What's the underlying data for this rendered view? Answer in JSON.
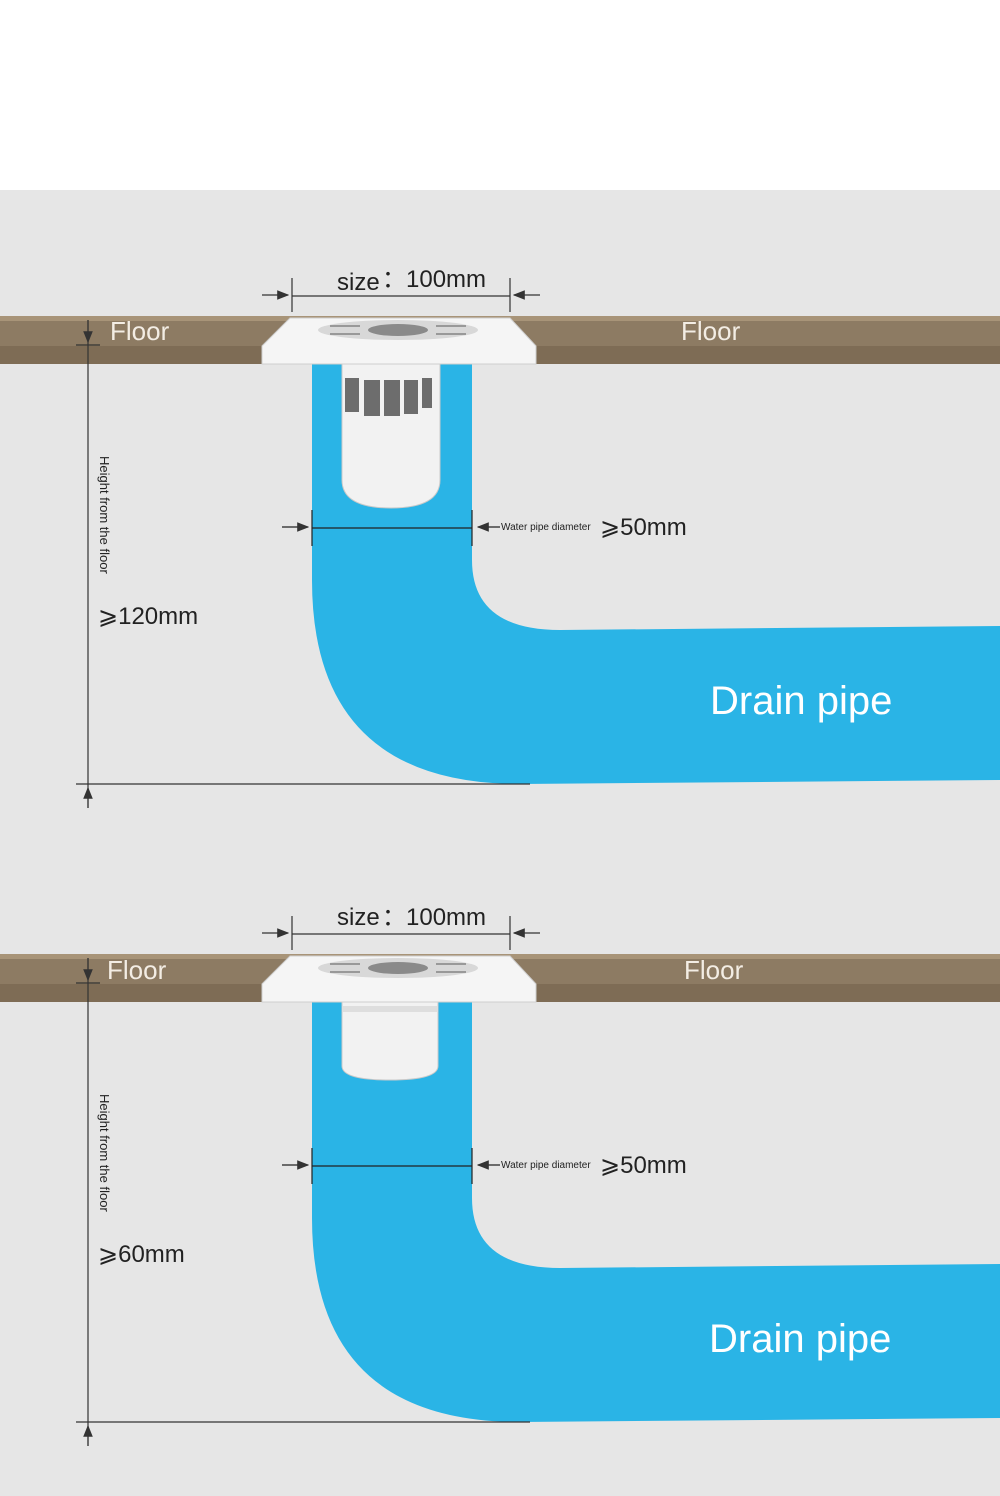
{
  "colors": {
    "background": "#e6e6e6",
    "floor": "#8d7b63",
    "pipe": "#2ab4e6",
    "drain_cover": "#f4f4f4",
    "dimension_line": "#333333"
  },
  "diagrams": [
    {
      "size_label": "size",
      "size_value": "：100mm",
      "floor_left": "Floor",
      "floor_right": "Floor",
      "height_label": "Height from the floor",
      "height_value": "⩾120mm",
      "diameter_label": "Water pipe diameter",
      "diameter_value": "⩾50mm",
      "pipe_label": "Drain pipe"
    },
    {
      "size_label": "size",
      "size_value": "：100mm",
      "floor_left": "Floor",
      "floor_right": "Floor",
      "height_label": "Height from the floor",
      "height_value": "⩾60mm",
      "diameter_label": "Water pipe diameter",
      "diameter_value": "⩾50mm",
      "pipe_label": "Drain pipe"
    }
  ]
}
